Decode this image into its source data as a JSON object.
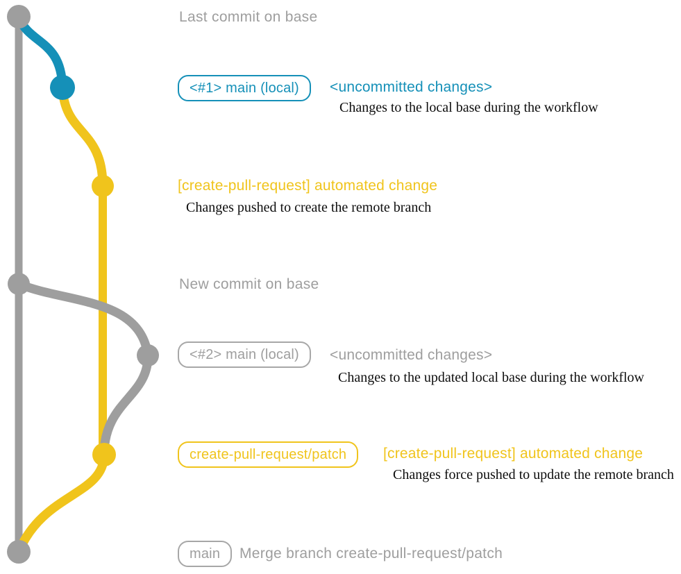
{
  "colors": {
    "base_gray": "#9e9e9e",
    "local_blue": "#1590b8",
    "branch_yellow": "#f0c41c",
    "note_ink": "#0d0d0d",
    "background": "#ffffff"
  },
  "graph": {
    "type": "git-branch-diagram",
    "lanes": {
      "base": {
        "color_key": "base_gray",
        "description": "base branch vertical line"
      },
      "pull_request": {
        "color_key": "branch_yellow",
        "description": "create-pull-request/patch branch line"
      },
      "local_main": {
        "color_key": "local_blue",
        "description": "local main uncommitted changes line"
      }
    },
    "commits": [
      {
        "name": "last-commit-on-base",
        "color_key": "base_gray"
      },
      {
        "name": "local-main-1",
        "color_key": "local_blue"
      },
      {
        "name": "automated-change-1",
        "color_key": "branch_yellow"
      },
      {
        "name": "new-commit-on-base",
        "color_key": "base_gray"
      },
      {
        "name": "local-main-2",
        "color_key": "base_gray"
      },
      {
        "name": "automated-change-2",
        "color_key": "branch_yellow"
      },
      {
        "name": "merge-commit",
        "color_key": "base_gray"
      }
    ]
  },
  "annotations": {
    "last_commit": "Last commit on base",
    "new_commit": "New commit on base",
    "local_1": {
      "badge": "<#1> main (local)",
      "status": "<uncommitted changes>",
      "note": "Changes to the local base during the workflow"
    },
    "push_1": {
      "title": "[create-pull-request] automated change",
      "note": "Changes pushed to create the remote branch"
    },
    "local_2": {
      "badge": "<#2> main (local)",
      "status": "<uncommitted changes>",
      "note": "Changes to the updated local base during the workflow"
    },
    "push_2": {
      "badge": "create-pull-request/patch",
      "title": "[create-pull-request] automated change",
      "note": "Changes force pushed to update the remote branch"
    },
    "merge": {
      "badge": "main",
      "message": "Merge branch create-pull-request/patch"
    }
  }
}
